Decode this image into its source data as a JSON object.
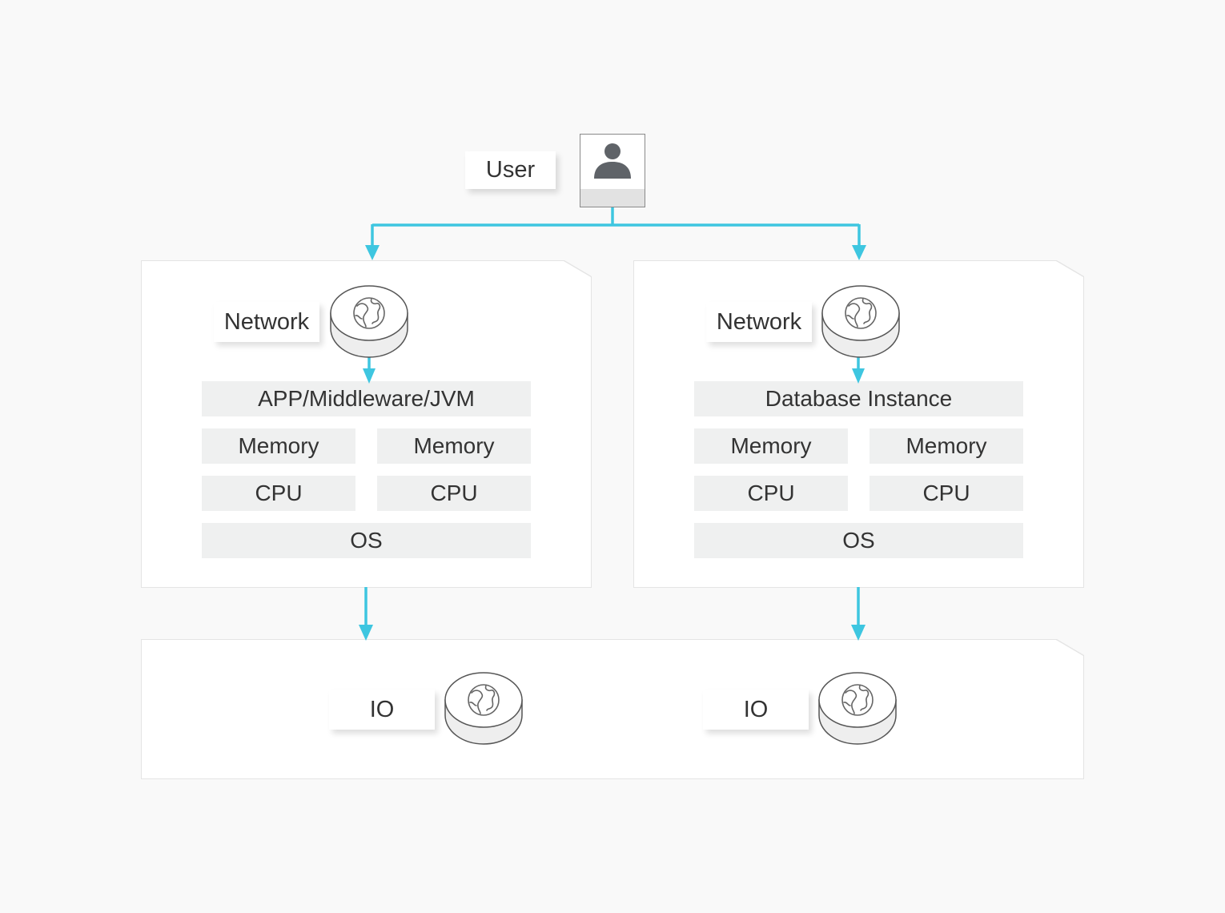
{
  "user": {
    "label": "User"
  },
  "left_server": {
    "network_label": "Network",
    "top_layer": "APP/Middleware/JVM",
    "memory": [
      "Memory",
      "Memory"
    ],
    "cpu": [
      "CPU",
      "CPU"
    ],
    "os": "OS"
  },
  "right_server": {
    "network_label": "Network",
    "top_layer": "Database Instance",
    "memory": [
      "Memory",
      "Memory"
    ],
    "cpu": [
      "CPU",
      "CPU"
    ],
    "os": "OS"
  },
  "storage": {
    "io_labels": [
      "IO",
      "IO"
    ]
  },
  "colors": {
    "connector": "#3ec6e0",
    "layer_fill": "#eff0f0",
    "panel_fill": "#ffffff",
    "background": "#f9f9f9",
    "text": "#333333"
  },
  "icons": [
    "user-icon",
    "globe-icon"
  ]
}
